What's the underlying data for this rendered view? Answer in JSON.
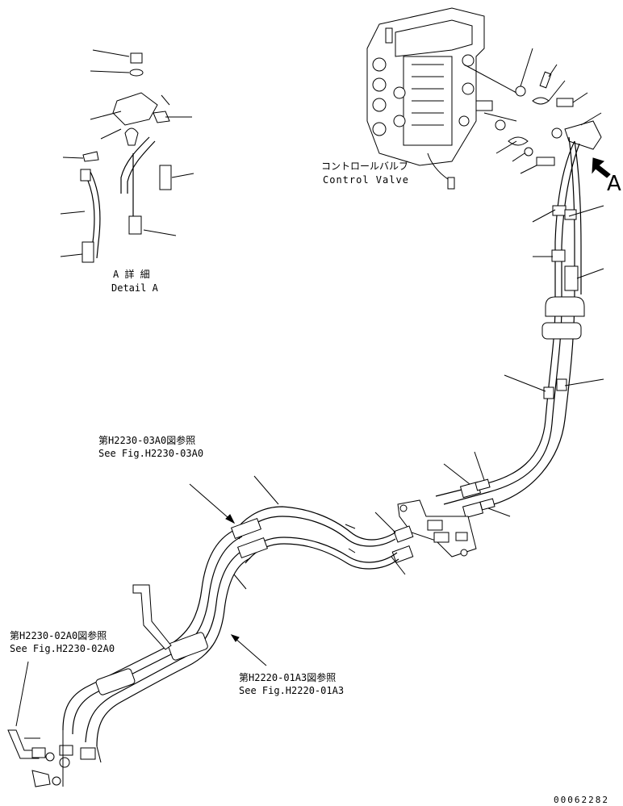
{
  "labels": {
    "control_valve_jp": "コントロールバルブ",
    "control_valve_en": "Control Valve",
    "arrow_a": "A",
    "detail_a_jp": "A 詳 細",
    "detail_a_en": "Detail A",
    "ref_03a0_jp": "第H2230-03A0図参照",
    "ref_03a0_en": "See Fig.H2230-03A0",
    "ref_02a0_jp": "第H2230-02A0図参照",
    "ref_02a0_en": "See Fig.H2230-02A0",
    "ref_01a3_jp": "第H2220-01A3図参照",
    "ref_01a3_en": "See Fig.H2220-01A3",
    "drawing_number": "00062282"
  }
}
